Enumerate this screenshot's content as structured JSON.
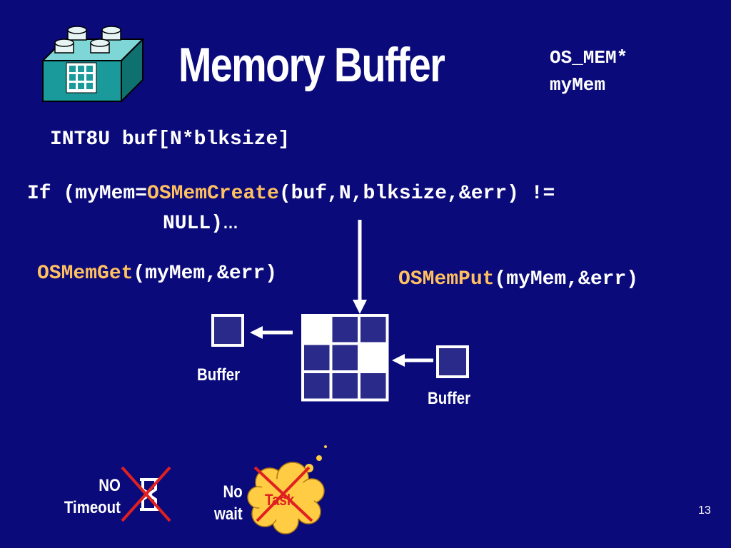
{
  "title": "Memory Buffer",
  "pointer_decl": {
    "line1": "OS_MEM*",
    "line2": "myMem"
  },
  "buffer_decl": "INT8U buf[N*blksize]",
  "create_call": {
    "prefix": "If (myMem=",
    "function": "OSMemCreate",
    "args": "(buf,N,blksize,&err) !=",
    "line2": "NULL)",
    "ellipsis": "…"
  },
  "get_call": {
    "function": "OSMemGet",
    "args": "(myMem,&err)"
  },
  "put_call": {
    "function": "OSMemPut",
    "args": "(myMem,&err)"
  },
  "buffer_label_left": "Buffer",
  "buffer_label_right": "Buffer",
  "no_timeout": {
    "line1": "NO",
    "line2": "Timeout"
  },
  "no_wait": {
    "line1": "No",
    "line2": "wait"
  },
  "task_label": "Task",
  "slide_number": "13",
  "colors": {
    "background": "#0a0a7a",
    "function_name": "#ffc060",
    "cross": "#e02020",
    "cloud": "#ffcc44",
    "block_fill": "#2a2a8a",
    "lego": "#1a9a9a"
  },
  "icons": [
    "lego-brick-icon",
    "arrow-down-icon",
    "arrow-left-icon",
    "hourglass-icon",
    "thought-cloud-icon"
  ],
  "memory_partition": {
    "rows": 3,
    "cols": 3,
    "free_blocks": [
      [
        0,
        0
      ],
      [
        1,
        2
      ]
    ]
  }
}
